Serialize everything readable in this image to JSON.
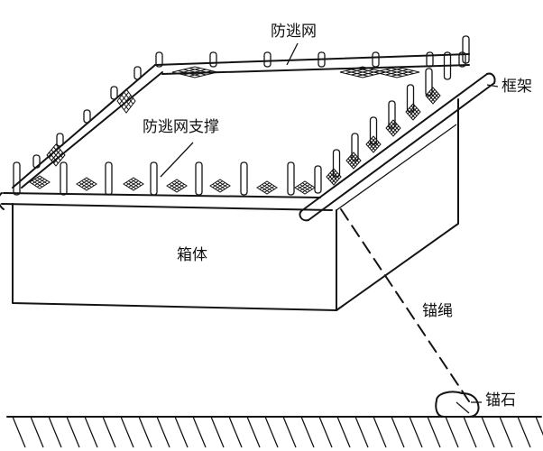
{
  "labels": {
    "escape_net": "防逃网",
    "frame": "框架",
    "escape_net_support": "防逃网支撑",
    "box_body": "箱体",
    "anchor_rope": "锚绳",
    "anchor_stone": "锚石"
  },
  "colors": {
    "ink": "#141414",
    "paper": "#ffffff"
  }
}
